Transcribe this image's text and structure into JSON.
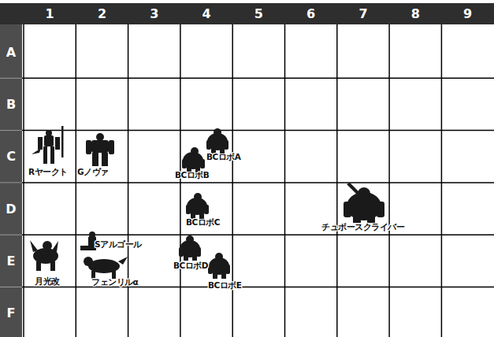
{
  "diagram": {
    "labels": [
      "1",
      "2",
      "3",
      "4",
      "5",
      "6",
      "7",
      "8",
      "9",
      "A",
      "B",
      "C",
      "D",
      "E",
      "F",
      "Rヤークト",
      "Gノヴァ",
      "BCロボA",
      "BCロボB",
      "BCロボC",
      "チュボースクライバー",
      "Sアルゴール",
      "フェンリルα",
      "月光改",
      "BCロボD",
      "BCロボE"
    ]
  }
}
